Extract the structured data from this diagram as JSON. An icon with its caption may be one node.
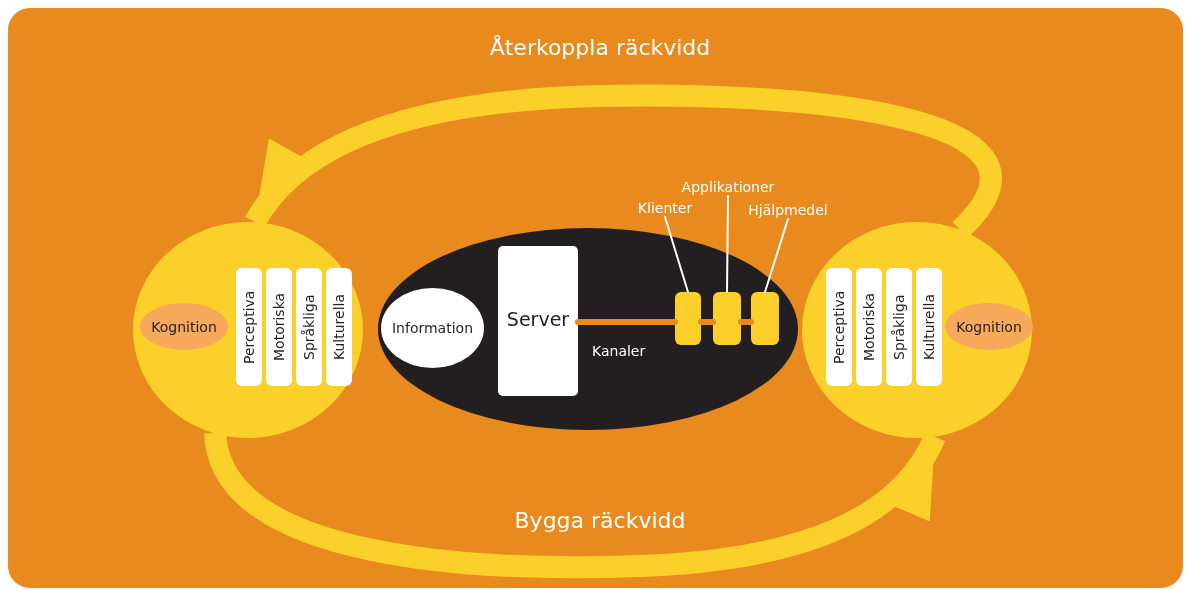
{
  "diagram": {
    "nodes": [
      {
        "text": [],
        "shape": "circle"
      },
      {
        "text": [
          "Kognition"
        ],
        "in": 0
      },
      {
        "text": [
          "Perceptiva"
        ],
        "in": 0
      },
      {
        "text": [
          "Motoriska"
        ],
        "in": 0
      },
      {
        "text": [
          "Språkliga"
        ],
        "in": 0
      },
      {
        "text": [
          "Kulturella"
        ],
        "in": 0
      },
      {
        "text": [],
        "shape": "ellipse"
      },
      {
        "text": [
          "Information"
        ],
        "in": 6
      },
      {
        "text": [
          "Server"
        ],
        "in": 6
      },
      {
        "text": [],
        "shape": "box",
        "in": 6
      },
      {
        "text": [],
        "shape": "box",
        "in": 6
      },
      {
        "text": [],
        "shape": "box",
        "in": 6
      },
      {
        "text": [
          "Klienter"
        ]
      },
      {
        "text": [
          "Applikationer"
        ]
      },
      {
        "text": [
          "Hjälpmedel"
        ]
      },
      {
        "text": [],
        "shape": "circle"
      },
      {
        "text": [
          "Perceptiva"
        ],
        "in": 15
      },
      {
        "text": [
          "Motoriska"
        ],
        "in": 15
      },
      {
        "text": [
          "Språkliga"
        ],
        "in": 15
      },
      {
        "text": [
          "Kulturella"
        ],
        "in": 15
      },
      {
        "text": [
          "Kognition"
        ],
        "in": 15
      }
    ],
    "edges": [
      {
        "from": 15,
        "to": 0,
        "arrow": "to",
        "label": "Återkoppla räckvidd",
        "style": "thick",
        "color": "#fcd02a"
      },
      {
        "from": 0,
        "to": 15,
        "arrow": "to",
        "label": "Bygga räckvidd",
        "style": "thick",
        "color": "#fcd02a"
      },
      {
        "from": 8,
        "to": 9,
        "arrow": "none",
        "color": "#e88a1e"
      },
      {
        "from": 9,
        "to": 10,
        "arrow": "none",
        "color": "#e88a1e"
      },
      {
        "from": 10,
        "to": 11,
        "arrow": "none",
        "color": "#e88a1e"
      },
      {
        "from": 12,
        "to": 9,
        "arrow": "none",
        "color": "#ffffff"
      },
      {
        "from": 13,
        "to": 10,
        "arrow": "none",
        "color": "#ffffff"
      },
      {
        "from": 14,
        "to": 11,
        "arrow": "none",
        "color": "#ffffff"
      }
    ],
    "labels": [
      "Kanaler"
    ]
  }
}
